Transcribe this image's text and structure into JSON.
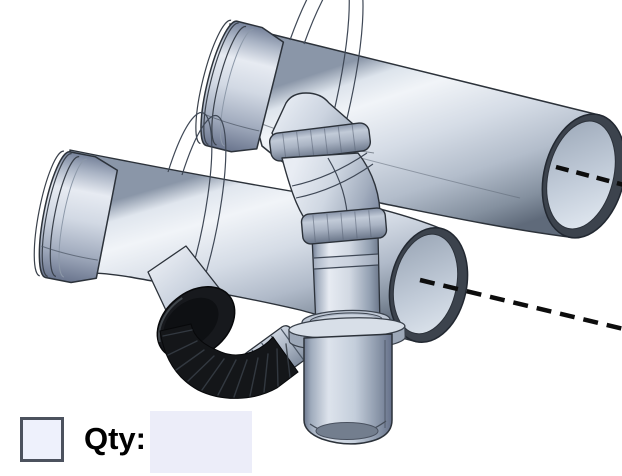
{
  "form": {
    "qty_label": "Qty:",
    "qty_value": "",
    "checkbox_checked": false
  },
  "drawing": {
    "kind": "cad-isometric-pipe-assembly",
    "parts": [
      "top-pipe",
      "top-pipe-bell",
      "top-pipe-opening",
      "elbow-fitting",
      "upper-coupling-band",
      "lower-coupling-band",
      "vertical-drop-pipe",
      "socket-collar",
      "hub-flange",
      "trap-hub",
      "bottom-pipe",
      "bottom-pipe-bell",
      "bottom-pipe-opening",
      "branch-outlet",
      "flex-corrugated-coupling",
      "hub-inlet-stub",
      "top-pipe-centerline",
      "bottom-pipe-centerline"
    ]
  },
  "colors": {
    "pipe_highlight": "#f1f4f8",
    "pipe_mid": "#d5dce6",
    "pipe_shadow": "#5f6a7a",
    "outline": "#2c323a",
    "bore_rim": "#3c434d",
    "flex_coupling_black": "#141619",
    "centerline": "#0d0d0d",
    "checkbox_bg": "#eef1fc",
    "checkbox_border": "#4c525e",
    "qty_field_bg": "#ecedf9"
  }
}
